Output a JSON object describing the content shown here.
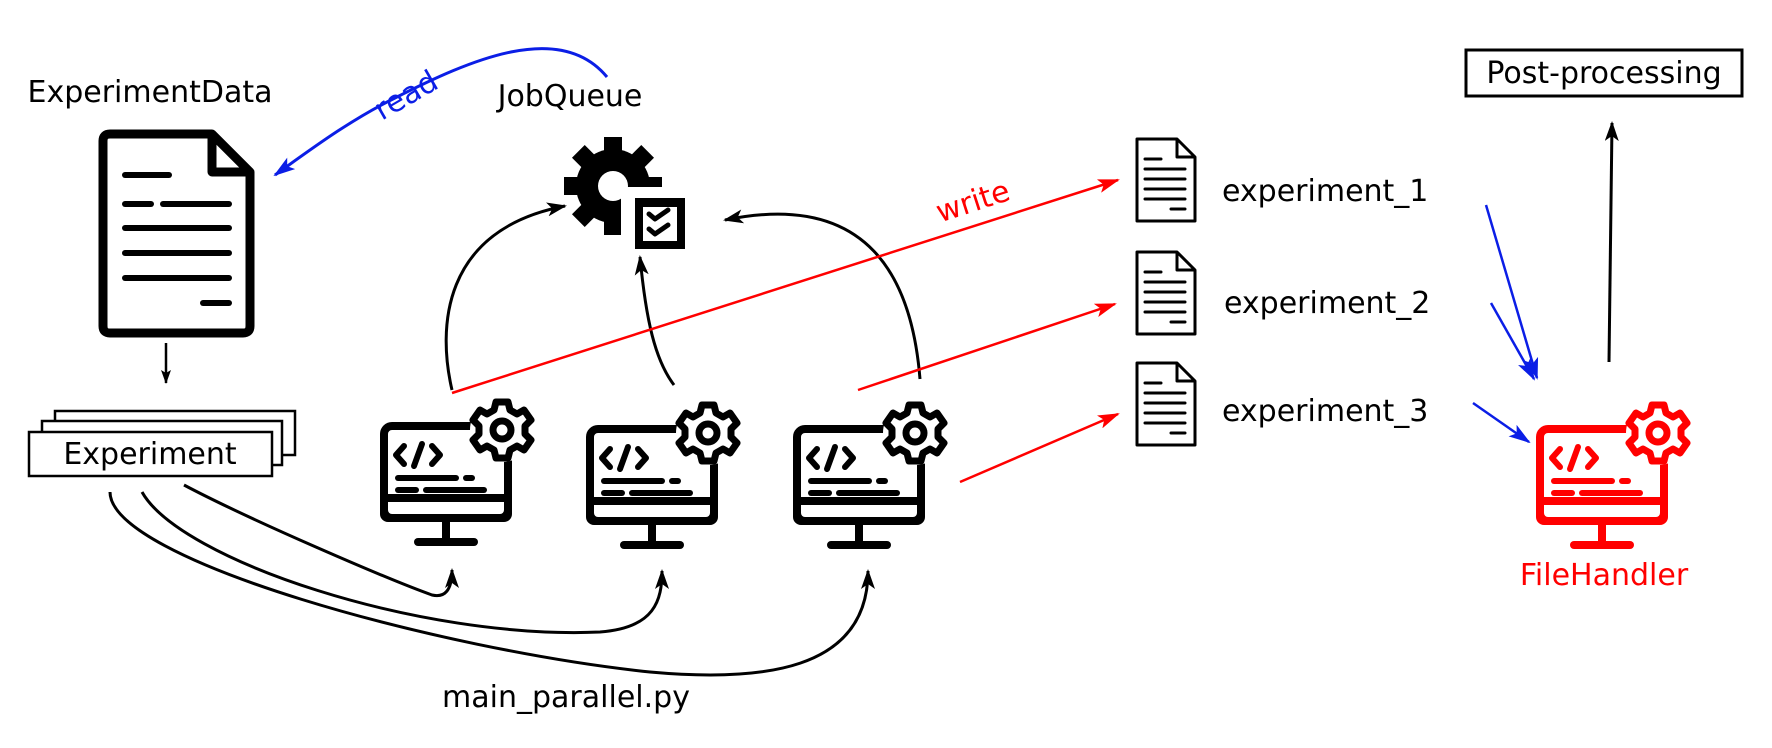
{
  "colors": {
    "black": "#000000",
    "blue": "#0b1ee6",
    "red": "#ff0000",
    "background": "#ffffff"
  },
  "labels": {
    "experiment_data": "ExperimentData",
    "job_queue": "JobQueue",
    "experiment": "Experiment",
    "main_script": "main_parallel.py",
    "post_processing": "Post-processing",
    "file_handler": "FileHandler",
    "read_edge": "read",
    "write_edge": "write"
  },
  "output_files": [
    {
      "name": "experiment_1"
    },
    {
      "name": "experiment_2"
    },
    {
      "name": "experiment_3"
    }
  ],
  "icons": {
    "experiment_data": "document-icon",
    "job_queue": "gear-checklist-icon",
    "workers": "monitor-code-gear-icon",
    "files": "document-icon",
    "file_handler": "monitor-code-gear-icon"
  }
}
